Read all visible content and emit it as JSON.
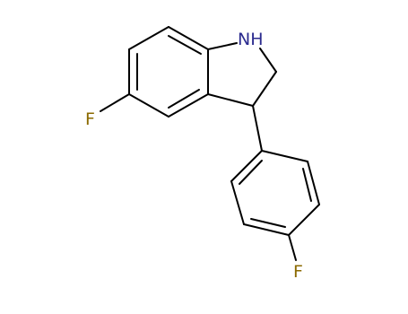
{
  "molecule": {
    "atoms": {
      "nitrogen": "NH",
      "fluorine_left": "F",
      "fluorine_bottom": "F"
    },
    "colors": {
      "bond": "#000000",
      "nitrogen": "#2b2b8f",
      "fluorine": "#8b6a00"
    }
  }
}
